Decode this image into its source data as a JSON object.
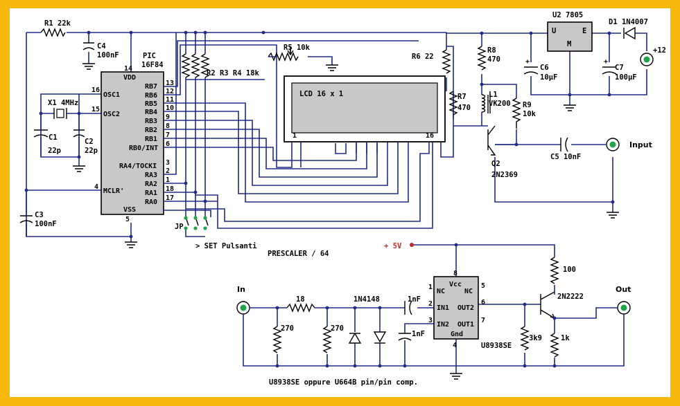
{
  "colors": {
    "frame": "#f7b80e",
    "wire": "#1f2a8a",
    "jack": "#22a34a",
    "jumper": "#22a34a",
    "plus5v": "#c62828",
    "chip": "#c8c8c8"
  },
  "components": {
    "r1": "R1 22k",
    "c4": "C4",
    "c4_val": "100nF",
    "pic": "PIC",
    "pic_model": "16F84",
    "x1": "X1 4MHz",
    "c1": "C1",
    "c1_val": "22p",
    "c2": "C2",
    "c2_val": "22p",
    "c3": "C3",
    "c3_val": "100nF",
    "r2r3r4": "R2 R3 R4 18k",
    "r5": "R5 10k",
    "lcd": "LCD 16 x 1",
    "r6": "R6 22",
    "r7": "R7",
    "r7_val": "470",
    "r8": "R8",
    "r8_val": "470",
    "l1": "L1",
    "l1_val": "VK200",
    "r9": "R9",
    "r9_val": "10k",
    "u2": "U2 7805",
    "u2_u": "U",
    "u2_e": "E",
    "u2_m": "M",
    "d1": "D1 1N4007",
    "c6": "C6",
    "c6_val": "10µF",
    "c7": "C7",
    "c7_val": "100µF",
    "plus12": "+12",
    "q2": "Q2",
    "q2_model": "2N2369",
    "c5": "C5 10nF",
    "input": "Input",
    "jp": "JP",
    "set": "> SET Pulsanti",
    "prescaler": "PRESCALER / 64",
    "plus5v": "+ 5V",
    "in": "In",
    "r18": "18",
    "r270a": "270",
    "r270b": "270",
    "d1n4148": "1N4148",
    "c1nf_a": "1nF",
    "c1nf_b": "1nF",
    "r100": "100",
    "q2222": "2N2222",
    "out": "Out",
    "r3k9": "3k9",
    "r1k": "1k",
    "u8938": "U8938SE",
    "footer": "U8938SE oppure U664B pin/pin comp."
  },
  "pic_pins": {
    "vdd": "VDD",
    "vss": "VSS",
    "osc1": "OSC1",
    "osc2": "OSC2",
    "mclr": "MCLR'",
    "rb7": "RB7",
    "rb6": "RB6",
    "rb5": "RB5",
    "rb4": "RB4",
    "rb3": "RB3",
    "rb2": "RB2",
    "rb1": "RB1",
    "rb0": "RB0/INT",
    "ra4": "RA4/TOCKI",
    "ra3": "RA3",
    "ra2": "RA2",
    "ra1": "RA1",
    "ra0": "RA0",
    "n14": "14",
    "n16": "16",
    "n15": "15",
    "n4": "4",
    "n5": "5",
    "n13": "13",
    "n12": "12",
    "n11": "11",
    "n10": "10",
    "n9": "9",
    "n8": "8",
    "n7": "7",
    "n6": "6",
    "n3": "3",
    "n2": "2",
    "n1": "1",
    "n18": "18",
    "n17": "17"
  },
  "lcd_pins": {
    "p1": "1",
    "p16": "16"
  },
  "prescaler_pins": {
    "vcc": "Vcc",
    "nc_l": "NC",
    "nc_r": "NC",
    "in1": "IN1",
    "in2": "IN2",
    "out2": "OUT2",
    "out1": "OUT1",
    "gnd": "Gnd",
    "n8": "8",
    "n1": "1",
    "n5": "5",
    "n2": "2",
    "n3": "3",
    "n6": "6",
    "n7": "7",
    "n4": "4"
  }
}
